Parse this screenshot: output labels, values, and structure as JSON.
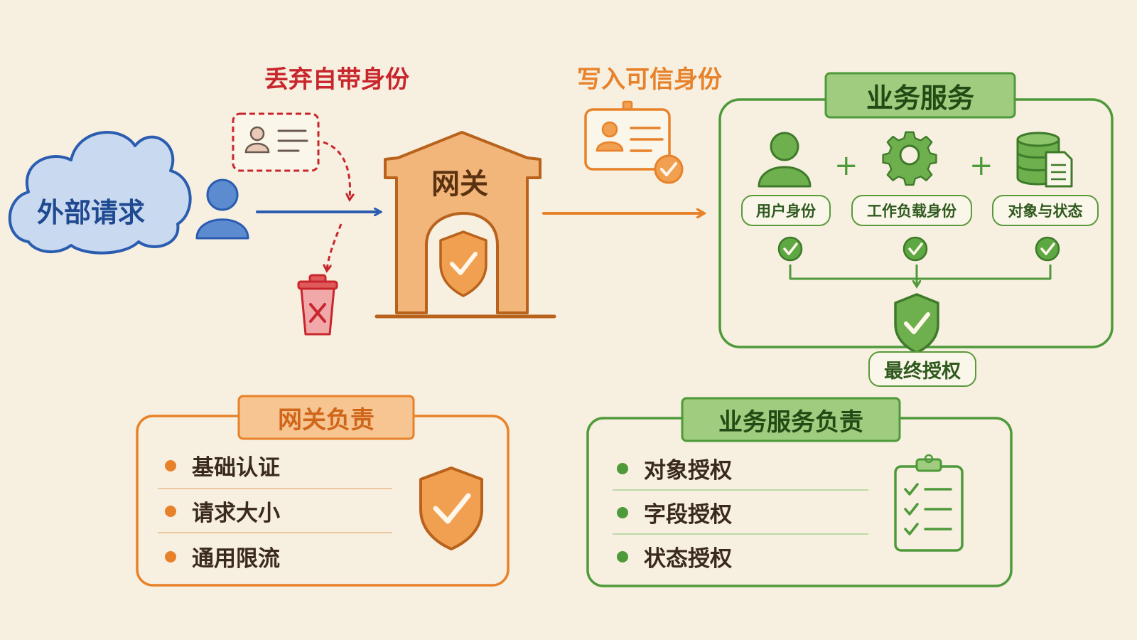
{
  "colors": {
    "background": "#f7efdf",
    "red": "#c8262d",
    "orange": "#e8822a",
    "blue": "#2a5db0",
    "green": "#4e9a3a",
    "dark_green": "#2e5a1e",
    "brown": "#3a2a1e"
  },
  "external": {
    "label": "外部请求"
  },
  "discard": {
    "label": "丢弃自带身份"
  },
  "write": {
    "label": "写入可信身份"
  },
  "gateway": {
    "label": "网关"
  },
  "service": {
    "title": "业务服务",
    "identities": [
      {
        "label": "用户身份",
        "icon": "user-icon"
      },
      {
        "label": "工作负载身份",
        "icon": "gear-icon"
      },
      {
        "label": "对象与状态",
        "icon": "database-icon"
      }
    ],
    "plus": "+",
    "final": "最终授权"
  },
  "gateway_duty": {
    "title": "网关负责",
    "items": [
      "基础认证",
      "请求大小",
      "通用限流"
    ]
  },
  "service_duty": {
    "title": "业务服务负责",
    "items": [
      "对象授权",
      "字段授权",
      "状态授权"
    ]
  }
}
